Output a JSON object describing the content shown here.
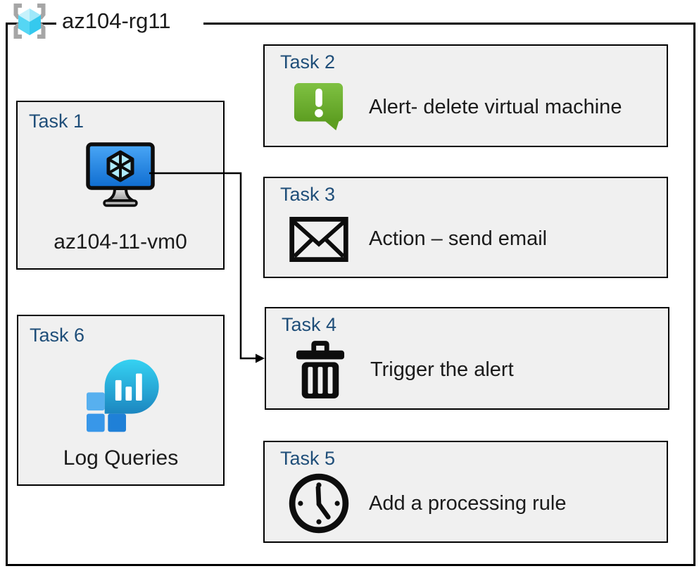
{
  "diagram": {
    "title": "az104-rg11",
    "title_icon": "resource-group-icon",
    "tasks": [
      {
        "id": "task-1",
        "label": "Task 1",
        "text": "az104-11-vm0",
        "icon": "virtual-machine-icon"
      },
      {
        "id": "task-2",
        "label": "Task 2",
        "text": "Alert- delete virtual machine",
        "icon": "alert-icon"
      },
      {
        "id": "task-3",
        "label": "Task 3",
        "text": "Action – send email",
        "icon": "email-icon"
      },
      {
        "id": "task-4",
        "label": "Task 4",
        "text": "Trigger the alert",
        "icon": "trash-icon"
      },
      {
        "id": "task-5",
        "label": "Task 5",
        "text": "Add a processing rule",
        "icon": "clock-icon"
      },
      {
        "id": "task-6",
        "label": "Task 6",
        "text": "Log Queries",
        "icon": "log-queries-icon"
      }
    ],
    "connector": {
      "from": "task-1",
      "to": "task-4",
      "style": "elbow-arrow"
    },
    "colors": {
      "task_label_blue": "#1F4E79",
      "box_fill": "#F0F0F0",
      "outline_black": "#000000",
      "alert_green_light": "#7FC142",
      "alert_green_dark": "#5D9E21",
      "vm_screen_blue_light": "#4AA7F6",
      "vm_screen_blue_dark": "#0E6CD0",
      "cube_cyan": "#9FE8FA",
      "log_balloon_teal_light": "#35D2F2",
      "log_balloon_teal_dark": "#1C86C0",
      "log_square_light": "#57B0EF",
      "log_square_mid": "#3897E9",
      "log_square_dark": "#1F80D7",
      "rg_bracket_gray": "#A6A6A6",
      "rg_cube_cyan": "#63DAF6"
    }
  }
}
